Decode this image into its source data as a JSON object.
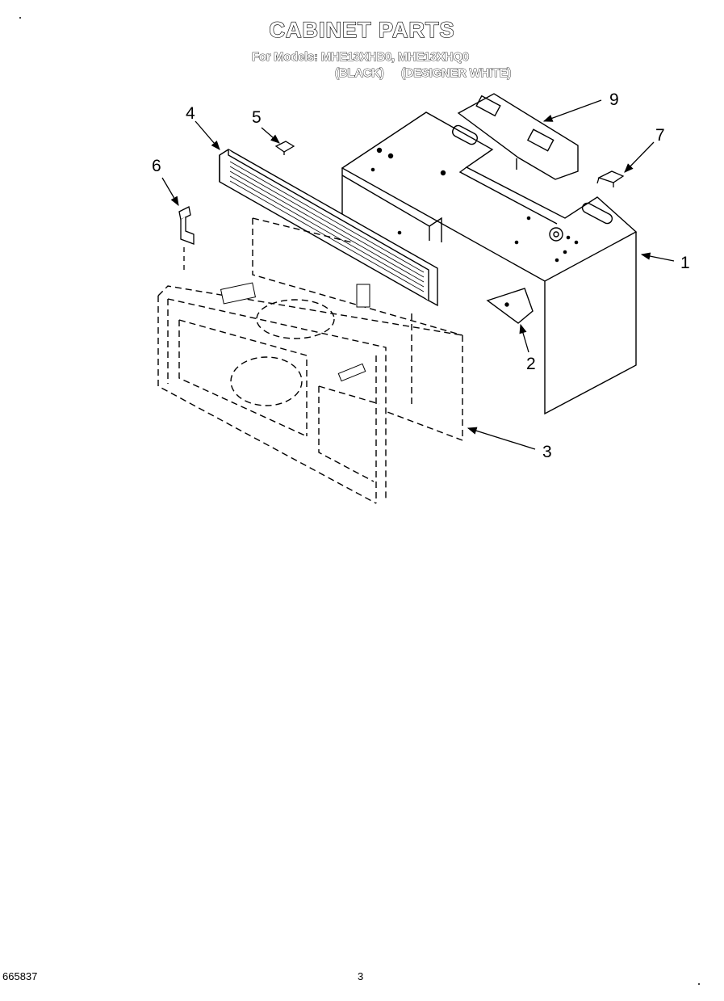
{
  "header": {
    "title": "CABINET PARTS",
    "models": "For Models: MHE13XHB0, MHE13XHQ0",
    "variant_black": "(BLACK)",
    "variant_white": "(DESIGNER WHITE)"
  },
  "callouts": [
    "1",
    "2",
    "3",
    "4",
    "5",
    "6",
    "7",
    "9"
  ],
  "footer": {
    "doc_number": "665837",
    "page_number": "3"
  }
}
